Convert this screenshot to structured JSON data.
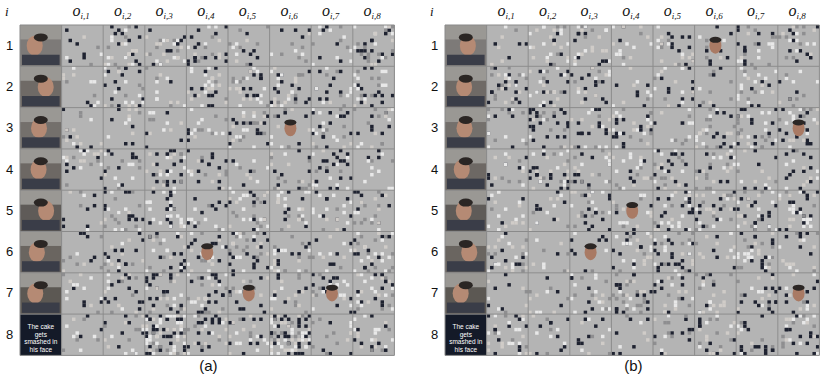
{
  "diagram": {
    "labels": [
      "i",
      "o",
      "i,1",
      "o",
      "i,2",
      "o",
      "i,3",
      "o",
      "i,4",
      "o",
      "i,5",
      "o",
      "i,6",
      "o",
      "i,7",
      "o",
      "i,8",
      "1",
      "2",
      "3",
      "4",
      "5",
      "6",
      "7",
      "8",
      "The cake gets smashed in his face",
      "(a)",
      "i",
      "o",
      "i,1",
      "o",
      "i,2",
      "o",
      "i,3",
      "o",
      "i,4",
      "o",
      "i,5",
      "o",
      "i,6",
      "o",
      "i,7",
      "o",
      "i,8",
      "1",
      "2",
      "3",
      "4",
      "5",
      "6",
      "7",
      "8",
      "The cake gets smashed in his face",
      "(b)"
    ]
  }
}
